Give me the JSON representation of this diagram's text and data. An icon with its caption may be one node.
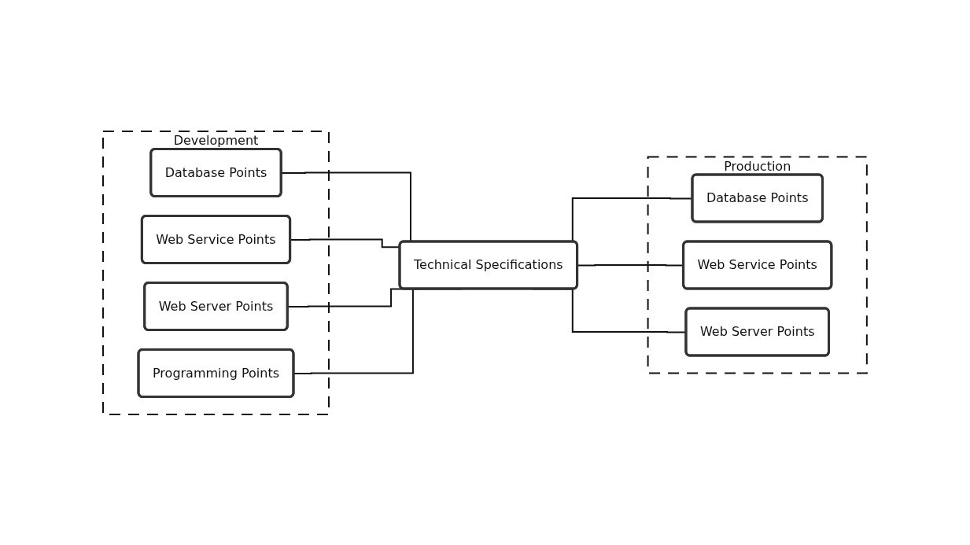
{
  "diagram": {
    "nodes": [
      {
        "text": [
          "Development"
        ]
      },
      {
        "text": [
          "Database Points"
        ],
        "in": 0
      },
      {
        "text": [
          "Web Service Points"
        ],
        "in": 0
      },
      {
        "text": [
          "Web Server Points"
        ],
        "in": 0
      },
      {
        "text": [
          "Programming Points"
        ],
        "in": 0
      },
      {
        "text": [
          "Technical Specifications"
        ]
      },
      {
        "text": [
          "Production"
        ]
      },
      {
        "text": [
          "Database Points"
        ],
        "in": 6
      },
      {
        "text": [
          "Web Service Points"
        ],
        "in": 6
      },
      {
        "text": [
          "Web Server Points"
        ],
        "in": 6
      }
    ],
    "edges": [
      {
        "from": 1,
        "to": 5,
        "arrow": "none"
      },
      {
        "from": 2,
        "to": 5,
        "arrow": "none"
      },
      {
        "from": 3,
        "to": 5,
        "arrow": "none"
      },
      {
        "from": 4,
        "to": 5,
        "arrow": "none"
      },
      {
        "from": 5,
        "to": 7,
        "arrow": "none"
      },
      {
        "from": 5,
        "to": 8,
        "arrow": "none"
      },
      {
        "from": 5,
        "to": 9,
        "arrow": "none"
      }
    ]
  }
}
